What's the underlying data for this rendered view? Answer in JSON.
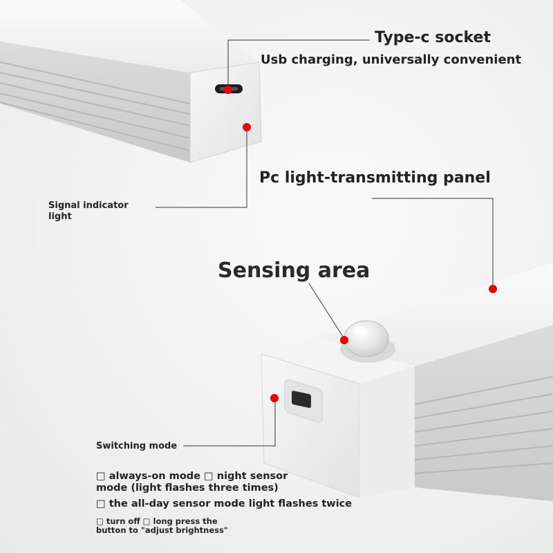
{
  "labels": {
    "type_c_socket": "Type-c socket",
    "usb_charging": "Usb charging, universally convenient",
    "pc_panel": "Pc light-transmitting panel",
    "signal_indicator": "Signal indicator light",
    "sensing_area": "Sensing area",
    "switching_mode": "Switching mode",
    "mode_always_on": "□ always-on mode □ night sensor mode (light flashes three times)",
    "mode_all_day": "□ the all-day sensor mode light flashes twice",
    "mode_turn_off": "□ turn off □ long press the button to \"adjust brightness\""
  },
  "colors": {
    "marker": "#e8000f",
    "leader_line": "#333333",
    "text": "#222222",
    "housing": "#e6e6e6"
  }
}
